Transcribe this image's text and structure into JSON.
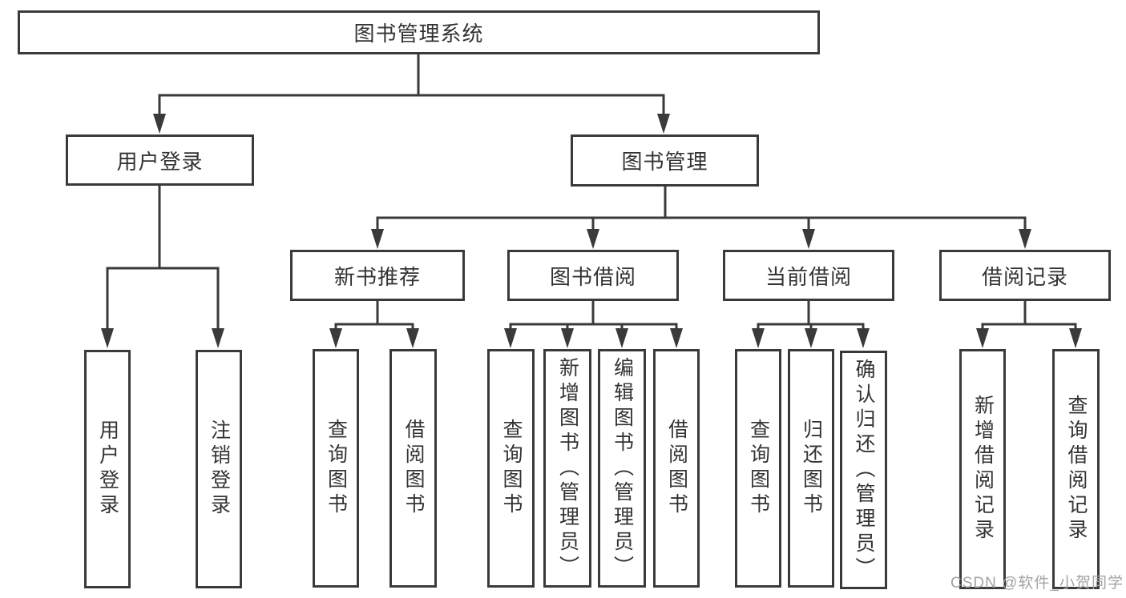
{
  "diagram": {
    "root": {
      "label": "图书管理系统"
    },
    "level2": [
      {
        "label": "用户登录"
      },
      {
        "label": "图书管理"
      }
    ],
    "level3": [
      {
        "label": "新书推荐"
      },
      {
        "label": "图书借阅"
      },
      {
        "label": "当前借阅"
      },
      {
        "label": "借阅记录"
      }
    ],
    "leaves": [
      {
        "label": "用户登录"
      },
      {
        "label": "注销登录"
      },
      {
        "label": "查询图书"
      },
      {
        "label": "借阅图书"
      },
      {
        "label": "查询图书"
      },
      {
        "label": "新增图书（管理员）"
      },
      {
        "label": "编辑图书（管理员）"
      },
      {
        "label": "借阅图书"
      },
      {
        "label": "查询图书"
      },
      {
        "label": "归还图书"
      },
      {
        "label": "确认归还（管理员）"
      },
      {
        "label": "新增借阅记录"
      },
      {
        "label": "查询借阅记录"
      }
    ]
  },
  "watermark": {
    "text": "CSDN @软件_小贺同学"
  },
  "colors": {
    "line": "#3a3a3a",
    "text": "#333333",
    "background": "#ffffff",
    "watermark": "#a3a3a3"
  }
}
